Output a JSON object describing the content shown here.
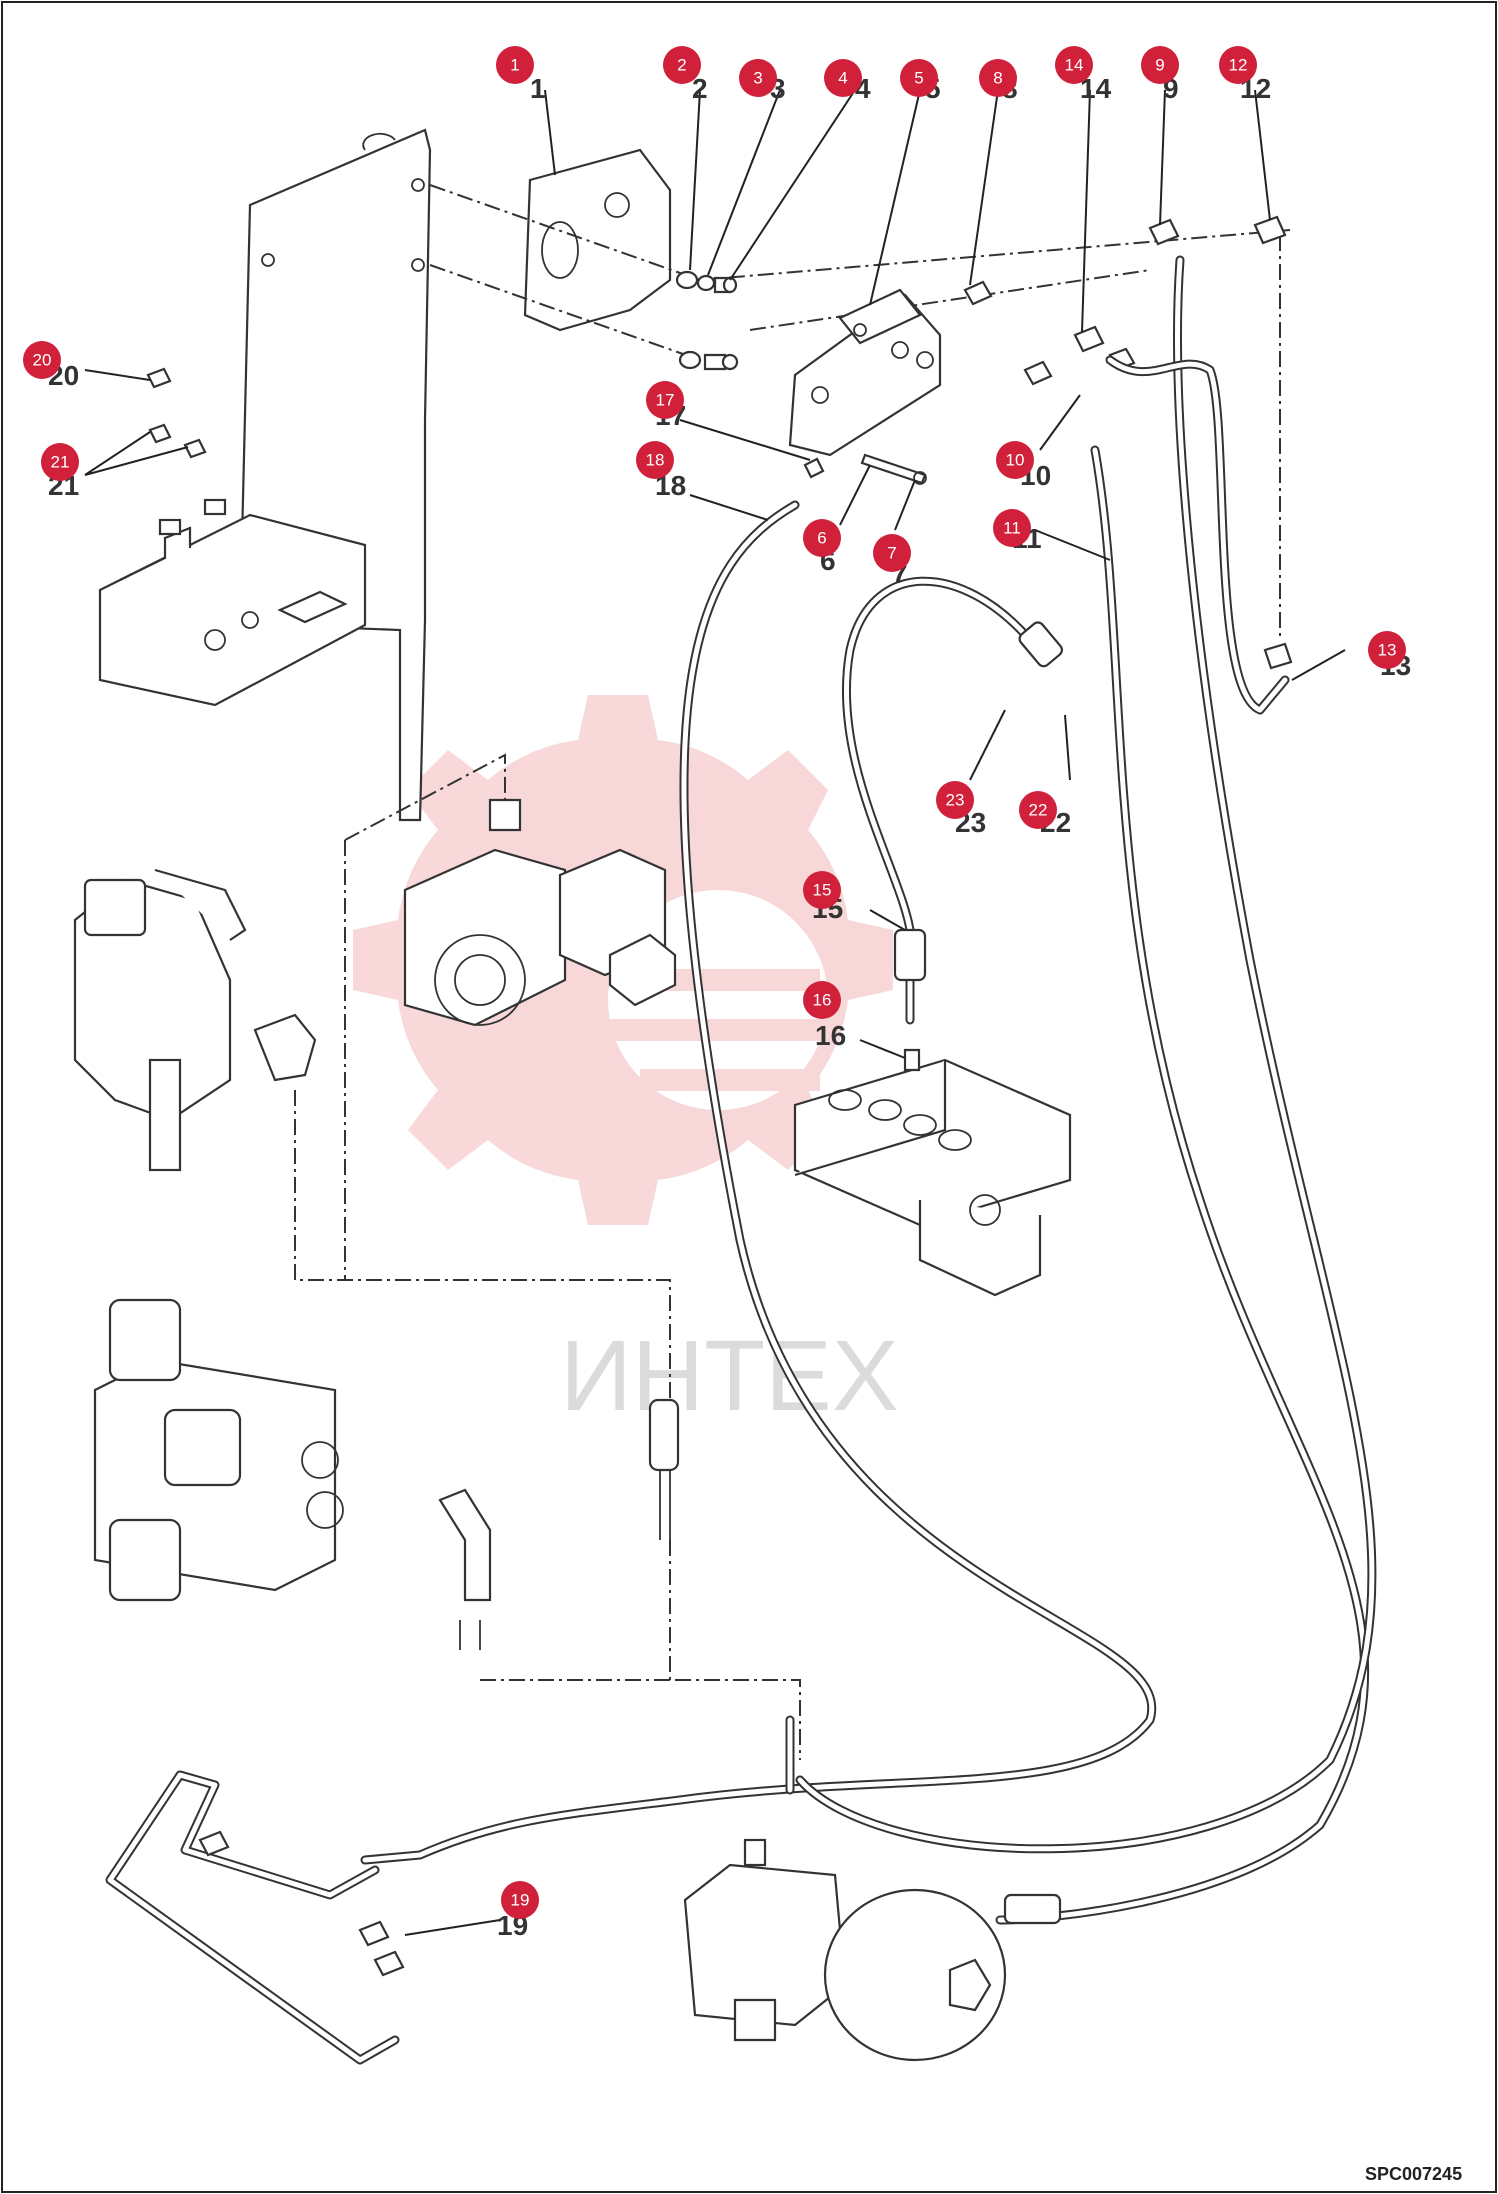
{
  "drawing_code": "SPC007245",
  "watermark": "ИНТЕХ",
  "callouts": [
    {
      "id": "1",
      "badge": "1",
      "label": "1"
    },
    {
      "id": "2",
      "badge": "2",
      "label": "2"
    },
    {
      "id": "3",
      "badge": "3",
      "label": "3"
    },
    {
      "id": "4",
      "badge": "4",
      "label": "4"
    },
    {
      "id": "5",
      "badge": "5",
      "label": "5"
    },
    {
      "id": "6",
      "badge": "6",
      "label": "6"
    },
    {
      "id": "7",
      "badge": "7",
      "label": "7"
    },
    {
      "id": "8",
      "badge": "8",
      "label": "8"
    },
    {
      "id": "9",
      "badge": "9",
      "label": "9"
    },
    {
      "id": "10",
      "badge": "10",
      "label": "10"
    },
    {
      "id": "11",
      "badge": "11",
      "label": "11"
    },
    {
      "id": "12",
      "badge": "12",
      "label": "12"
    },
    {
      "id": "13",
      "badge": "13",
      "label": "13"
    },
    {
      "id": "14",
      "badge": "14",
      "label": "14"
    },
    {
      "id": "15",
      "badge": "15",
      "label": "15"
    },
    {
      "id": "16",
      "badge": "16",
      "label": "16"
    },
    {
      "id": "17",
      "badge": "17",
      "label": "17"
    },
    {
      "id": "18",
      "badge": "18",
      "label": "18"
    },
    {
      "id": "19",
      "badge": "19",
      "label": "19"
    },
    {
      "id": "20",
      "badge": "20",
      "label": "20"
    },
    {
      "id": "21",
      "badge": "21",
      "label": "21"
    },
    {
      "id": "22",
      "badge": "22",
      "label": "22"
    },
    {
      "id": "23",
      "badge": "23",
      "label": "23"
    }
  ],
  "colors": {
    "badge": "#d0203a",
    "line": "#333333",
    "watermark": "#f2b8b8"
  }
}
